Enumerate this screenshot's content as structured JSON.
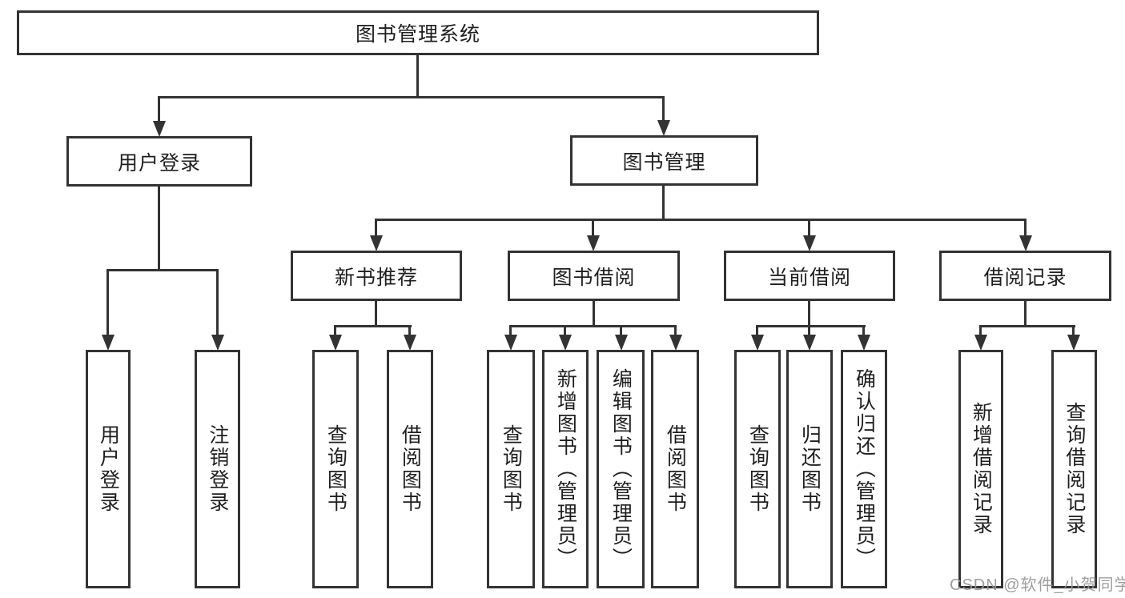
{
  "diagram": {
    "title": "图书管理系统",
    "root": {
      "label": "图书管理系统"
    },
    "branches": [
      {
        "label": "用户登录",
        "children": [
          {
            "label": "用户登录"
          },
          {
            "label": "注销登录"
          }
        ]
      },
      {
        "label": "图书管理",
        "sections": [
          {
            "label": "新书推荐",
            "children": [
              {
                "label": "查询图书"
              },
              {
                "label": "借阅图书"
              }
            ]
          },
          {
            "label": "图书借阅",
            "children": [
              {
                "label": "查询图书"
              },
              {
                "label": "新增图书（管理员）"
              },
              {
                "label": "编辑图书（管理员）"
              },
              {
                "label": "借阅图书"
              }
            ]
          },
          {
            "label": "当前借阅",
            "children": [
              {
                "label": "查询图书"
              },
              {
                "label": "归还图书"
              },
              {
                "label": "确认归还（管理员）"
              }
            ]
          },
          {
            "label": "借阅记录",
            "children": [
              {
                "label": "新增借阅记录"
              },
              {
                "label": "查询借阅记录"
              }
            ]
          }
        ]
      }
    ]
  },
  "watermark": {
    "text": "CSDN @软件_小贺同学",
    "color": "#969696"
  },
  "colors": {
    "line": "#333333",
    "box_border": "#333333",
    "box_fill": "#ffffff",
    "text": "#1f1f1f",
    "background": "#ffffff"
  }
}
